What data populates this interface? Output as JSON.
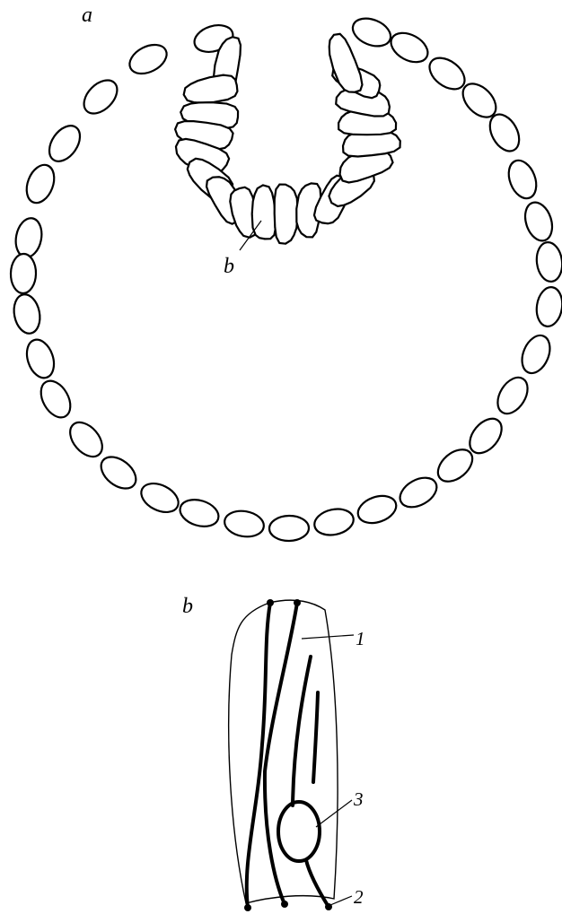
{
  "panel_a": {
    "label": "a",
    "inset_pointer": "b"
  },
  "panel_b": {
    "label": "b",
    "callouts": [
      "1",
      "3",
      "2"
    ]
  },
  "colors": {
    "ink": "#000000",
    "background": "#ffffff"
  }
}
